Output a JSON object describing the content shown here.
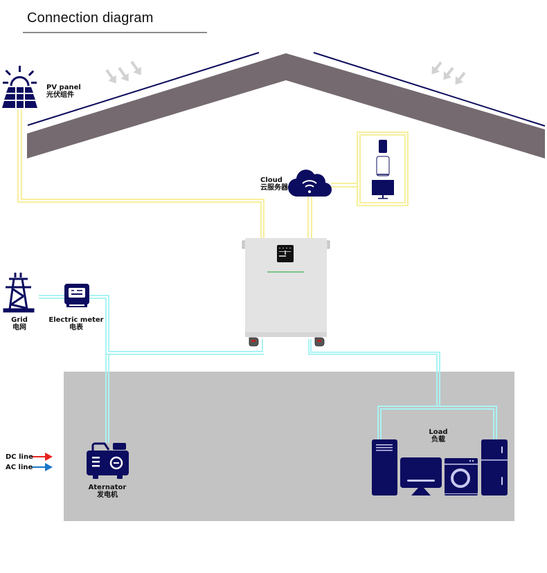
{
  "header": {
    "title": "Connection diagram"
  },
  "colors": {
    "roof": "#746a70",
    "roof_line": "#0b0b5c",
    "icon": "#0c0c60",
    "dc_line": "#f7ef9c",
    "ac_line": "#aaf3f3",
    "ground": "#c3c3c3",
    "legend_dc": "#e8231f",
    "legend_ac": "#1976c8",
    "sun_arrows": "#d2d2d2",
    "inverter_body": "#e2e2e2",
    "inverter_stripe": "#7cc38a"
  },
  "components": {
    "pv_panel": {
      "label_en": "PV panel",
      "label_zh": "光伏组件"
    },
    "cloud": {
      "label_en": "Cloud",
      "label_zh": "云服务器"
    },
    "grid": {
      "label_en": "Grid",
      "label_zh": "电网"
    },
    "meter": {
      "label_en": "Electric meter",
      "label_zh": "电表"
    },
    "alternator": {
      "label_en": "Aternator",
      "label_zh": "发电机"
    },
    "load": {
      "label_en": "Load",
      "label_zh": "负载"
    }
  },
  "legend": [
    {
      "label": "DC line",
      "type": "dc"
    },
    {
      "label": "AC line",
      "type": "ac"
    }
  ]
}
